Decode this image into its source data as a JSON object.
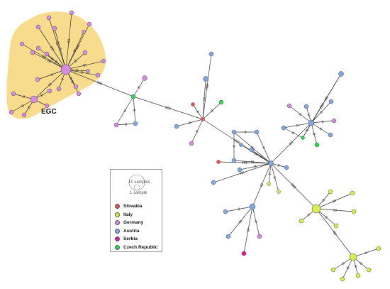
{
  "cluster_label": "EGC",
  "legend": {
    "size_key": {
      "large": "10 samples",
      "small": "1 sample"
    },
    "items": [
      {
        "label": "Slovakia",
        "color": "#e8514f"
      },
      {
        "label": "Italy",
        "color": "#d9ec4e"
      },
      {
        "label": "Germany",
        "color": "#d68ae0"
      },
      {
        "label": "Austria",
        "color": "#7fa8e2"
      },
      {
        "label": "Serbia",
        "color": "#e0159a"
      },
      {
        "label": "Czech Republic",
        "color": "#2bd85a"
      }
    ]
  },
  "colors": {
    "cluster_fill": "#f8dc8e",
    "edge": "#333333"
  }
}
